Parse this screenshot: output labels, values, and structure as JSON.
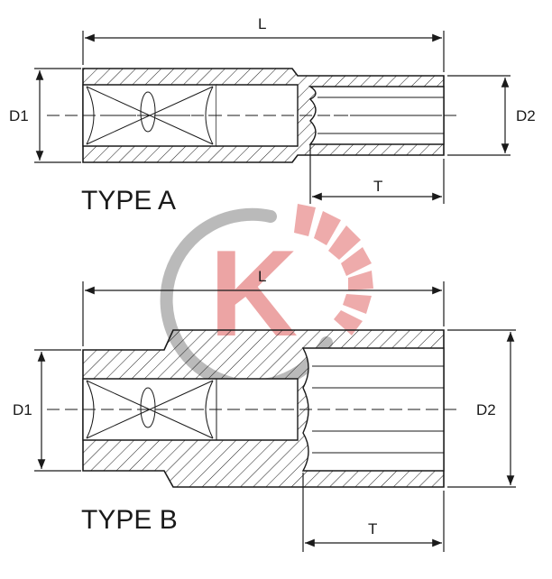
{
  "type_a": {
    "title": "TYPE A",
    "dim_L": "L",
    "dim_D1": "D1",
    "dim_D2": "D2",
    "dim_T": "T"
  },
  "type_b": {
    "title": "TYPE B",
    "dim_L": "L",
    "dim_D1": "D1",
    "dim_D2": "D2",
    "dim_T": "T"
  },
  "watermark": {
    "letter": "K",
    "colors": {
      "red": "#e06868",
      "gray": "#8c8c8c"
    }
  },
  "colors": {
    "line": "#1a1a1a",
    "paper": "#ffffff"
  }
}
